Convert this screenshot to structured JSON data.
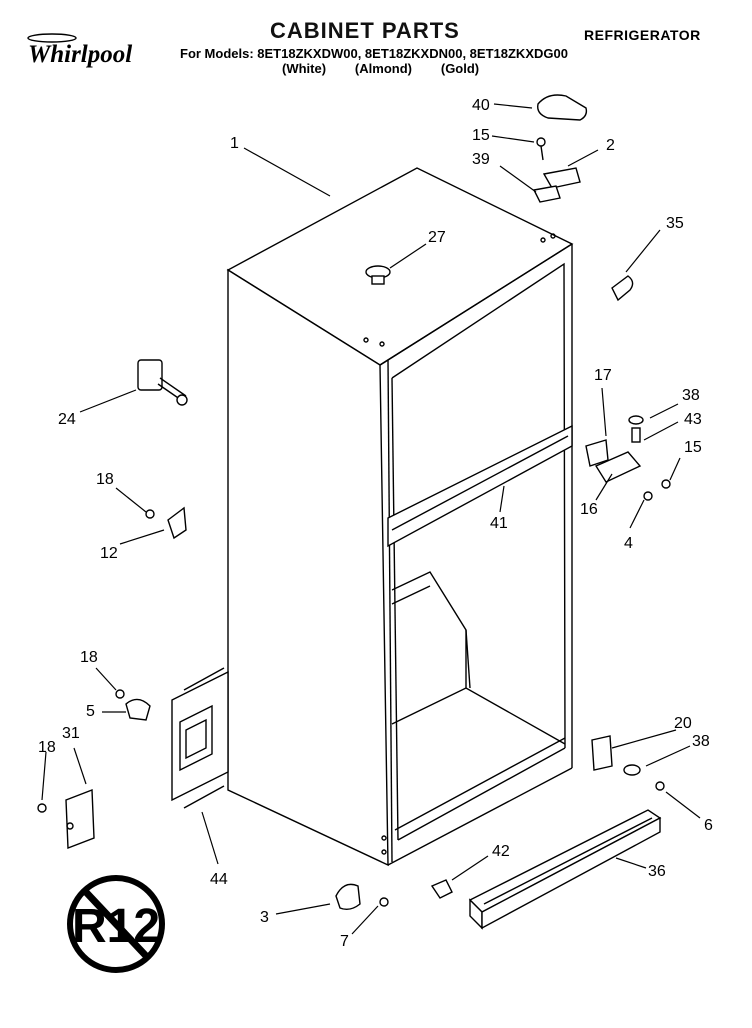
{
  "header": {
    "title": "CABINET PARTS",
    "product": "REFRIGERATOR",
    "models_line": "For Models: 8ET18ZKXDW00, 8ET18ZKXDN00, 8ET18ZKXDG00",
    "colors_line": "(White)        (Almond)        (Gold)",
    "brand": "Whirlpool"
  },
  "emblem": {
    "text": "R12"
  },
  "callouts": {
    "c1": "1",
    "c2": "2",
    "c3": "3",
    "c4": "4",
    "c5": "5",
    "c6": "6",
    "c7": "7",
    "c12": "12",
    "c15a": "15",
    "c15b": "15",
    "c16": "16",
    "c17": "17",
    "c18a": "18",
    "c18b": "18",
    "c18c": "18",
    "c20": "20",
    "c24": "24",
    "c27": "27",
    "c31": "31",
    "c35": "35",
    "c36": "36",
    "c38a": "38",
    "c38b": "38",
    "c39": "39",
    "c40": "40",
    "c41": "41",
    "c42": "42",
    "c43": "43",
    "c44": "44"
  }
}
